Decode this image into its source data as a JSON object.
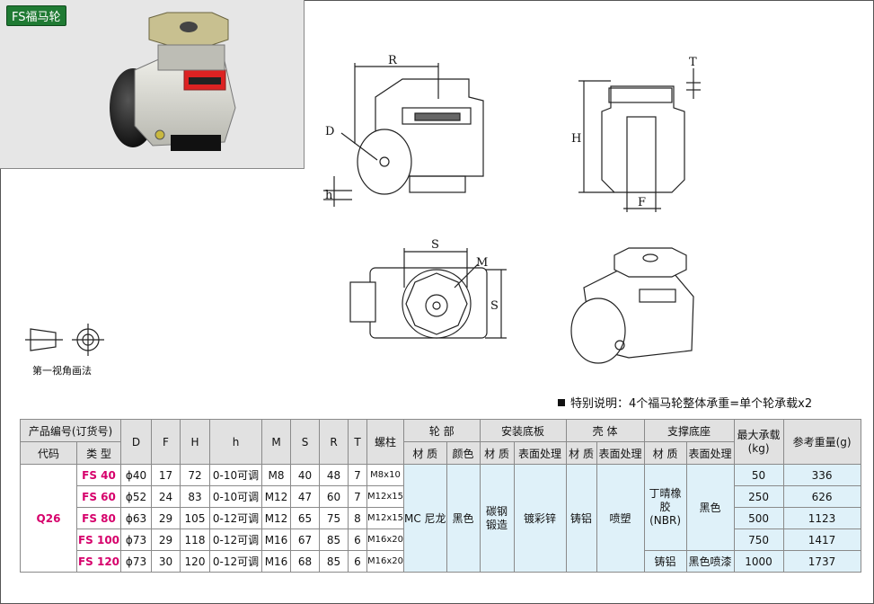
{
  "badge": "FS福马轮",
  "dims": {
    "R": "R",
    "T": "T",
    "D": "D",
    "H": "H",
    "h": "h",
    "F": "F",
    "S_top": "S",
    "S_side": "S",
    "M": "M"
  },
  "view_label": "第一视角画法",
  "note": "特别说明：4个福马轮整体承重=单个轮承载x2",
  "table": {
    "headers": {
      "product_code": "产品编号(订货号)",
      "code": "代码",
      "type": "类 型",
      "D": "D",
      "F": "F",
      "H": "H",
      "h": "h",
      "M": "M",
      "S": "S",
      "R": "R",
      "T": "T",
      "screw": "螺柱",
      "wheel": "轮 部",
      "wheel_material": "材 质",
      "wheel_color": "颜色",
      "base": "安装底板",
      "base_material": "材 质",
      "base_surface": "表面处理",
      "shell": "壳 体",
      "shell_material": "材 质",
      "shell_surface": "表面处理",
      "support": "支撑底座",
      "support_material": "材 质",
      "support_surface": "表面处理",
      "max_load": "最大承载(kg)",
      "weight": "参考重量(g)"
    },
    "code": "Q26",
    "rows": [
      {
        "type": "FS 40",
        "D": "ϕ40",
        "F": "17",
        "H": "72",
        "h": "0-10可调",
        "M": "M8",
        "S": "40",
        "R": "48",
        "T": "7",
        "screw": "M8x10",
        "load": "50",
        "weight": "336"
      },
      {
        "type": "FS 60",
        "D": "ϕ52",
        "F": "24",
        "H": "83",
        "h": "0-10可调",
        "M": "M12",
        "S": "47",
        "R": "60",
        "T": "7",
        "screw": "M12x15",
        "load": "250",
        "weight": "626"
      },
      {
        "type": "FS 80",
        "D": "ϕ63",
        "F": "29",
        "H": "105",
        "h": "0-12可调",
        "M": "M12",
        "S": "65",
        "R": "75",
        "T": "8",
        "screw": "M12x15",
        "load": "500",
        "weight": "1123"
      },
      {
        "type": "FS 100",
        "D": "ϕ73",
        "F": "29",
        "H": "118",
        "h": "0-12可调",
        "M": "M16",
        "S": "67",
        "R": "85",
        "T": "6",
        "screw": "M16x20",
        "load": "750",
        "weight": "1417"
      },
      {
        "type": "FS 120",
        "D": "ϕ73",
        "F": "30",
        "H": "120",
        "h": "0-12可调",
        "M": "M16",
        "S": "68",
        "R": "85",
        "T": "6",
        "screw": "M16x20",
        "load": "1000",
        "weight": "1737"
      }
    ],
    "wheel_material": "MC 尼龙",
    "wheel_color": "黑色",
    "base_material": "碳钢锻造",
    "base_surface": "镀彩锌",
    "shell_material": "铸铝",
    "shell_surface": "喷塑",
    "support_material_a": "丁晴橡胶(NBR)",
    "support_surface_a": "黑色",
    "support_material_b": "铸铝",
    "support_surface_b": "黑色喷漆"
  }
}
